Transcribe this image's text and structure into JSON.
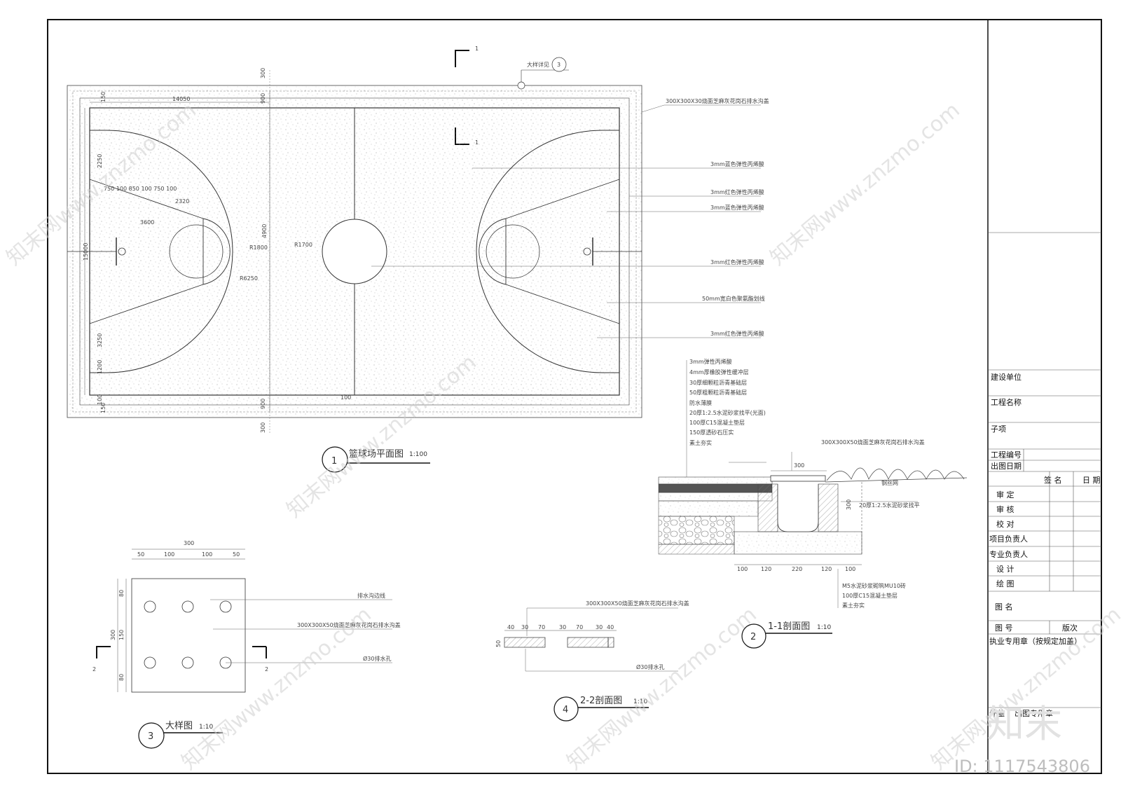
{
  "titles": {
    "plan": "篮球场平面图",
    "plan_scale": "1:100",
    "sec1": "1-1剖面图",
    "sec1_scale": "1:10",
    "sec2": "2-2剖面图",
    "sec2_scale": "1:10",
    "detail": "大样图",
    "detail_scale": "1:10",
    "n1": "1",
    "n2": "2",
    "n3": "3",
    "n4": "4"
  },
  "plan_notes": {
    "drain": "300X300X30烧面芝麻灰花岗石排水沟盖",
    "blue1": "3mm蓝色弹性丙烯酸",
    "red1": "3mm红色弹性丙烯酸",
    "blue2": "3mm蓝色弹性丙烯酸",
    "red2": "3mm红色弹性丙烯酸",
    "line50": "50mm宽白色聚氨酯划线",
    "red3": "3mm红色弹性丙烯酸",
    "detail_ref": "大样详见",
    "detail_no": "3",
    "cut": "1"
  },
  "plan_dims": {
    "top300": "300",
    "bot300": "300",
    "w14050": "14050",
    "d150a": "150",
    "d150b": "150",
    "d900a": "900",
    "d900b": "900",
    "d2250": "2250",
    "d3250": "3250",
    "d15000": "15000",
    "d1200": "1200",
    "d4900": "4900",
    "r1800": "R1800",
    "r1700": "R1700",
    "r6250": "R6250",
    "d3600": "3600",
    "d2320": "2320",
    "key": "750 100 850 100 750 100",
    "d100": "100",
    "d100b": "100"
  },
  "section_layers": [
    "3mm弹性丙烯酸",
    "4mm厚橡胶弹性缓冲层",
    "30厚细颗粒沥青基础层",
    "50厚粗颗粒沥青基础层",
    "防水薄膜",
    "20厚1:2.5水泥砂浆找平(光面)",
    "100厚C15混凝土垫层",
    "150厚透砂石压实",
    "素土夯实"
  ],
  "section1": {
    "drain": "300X300X50烧面芝麻灰花岗石排水沟盖",
    "w300": "300",
    "mesh": "钢丝网",
    "mortar": "20厚1:2.5水泥砂浆找平",
    "h300": "300",
    "dims": [
      "100",
      "120",
      "220",
      "120",
      "100"
    ],
    "wall": "M5水泥砂浆砌筑MU10砖",
    "conc": "100厚C15混凝土垫层",
    "soil": "素土夯实"
  },
  "section2": {
    "drain": "300X300X50烧面芝麻灰花岗石排水沟盖",
    "dims": [
      "40",
      "30",
      "70",
      "30",
      "70",
      "30",
      "40"
    ],
    "h": "50",
    "hole": "Ø30排水孔"
  },
  "detail": {
    "w": "300",
    "sub": [
      "50",
      "100",
      "100",
      "50"
    ],
    "h": "300",
    "hsub": [
      "80",
      "150",
      "80"
    ],
    "edge": "排水沟边线",
    "cover": "300X300X50烧面芝麻灰花岗石排水沟盖",
    "hole": "Ø30排水孔",
    "cutL": "2",
    "cutR": "2"
  },
  "title_block": {
    "build_unit": "建设单位",
    "project_name": "工程名称",
    "sub_item": "子项",
    "project_no": "工程编号",
    "date": "出图日期",
    "sign": "签 名",
    "sign_date": "日 期",
    "roles": [
      "审 定",
      "审 核",
      "校 对",
      "项目负责人",
      "专业负责人",
      "设 计",
      "绘 图"
    ],
    "drawing_name": "图 名",
    "drawing_no": "图 号",
    "version": "版次",
    "seal": "执业专用章（按规定加盖）",
    "seal2": "出图专用章",
    "seal2_prefix": "外盖"
  },
  "watermarks": {
    "url": "知末网www.znzmo.com",
    "logo": "知末",
    "id": "ID: 1117543806"
  }
}
